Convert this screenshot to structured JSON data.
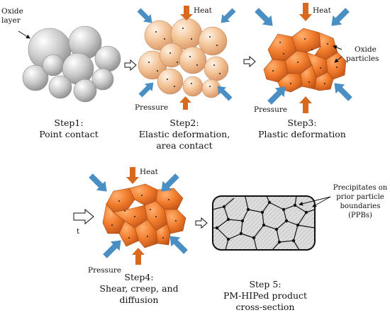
{
  "steps": [
    {
      "title": "Step1:",
      "line2": "Point contact",
      "line3": ""
    },
    {
      "title": "Step2:",
      "line2": "Elastic deformation,",
      "line3": "area contact"
    },
    {
      "title": "Step3:",
      "line2": "Plastic deformation",
      "line3": ""
    },
    {
      "title": "Step4:",
      "line2": "Shear, creep, and",
      "line3": "diffusion"
    },
    {
      "title": "Step 5:",
      "line2": "PM-HIPed product",
      "line3": "cross-section"
    }
  ],
  "labels": {
    "oxide_layer_1": "Oxide",
    "oxide_layer_2": "layer",
    "heat": "Heat",
    "pressure": "Pressure",
    "oxide_particles_1": "Oxide",
    "oxide_particles_2": "particles",
    "time": "t",
    "ppb_1": "Precipitates on",
    "ppb_2": "prior particle",
    "ppb_3": "boundaries",
    "ppb_4": "(PPBs)"
  },
  "colors": {
    "heat_arrow": "#d9691e",
    "pressure_arrow": "#4a8fc4",
    "gray_particle": "#bdbdbd",
    "light_orange_particle": "#f3c49a",
    "orange_particle": "#f07a2a"
  }
}
